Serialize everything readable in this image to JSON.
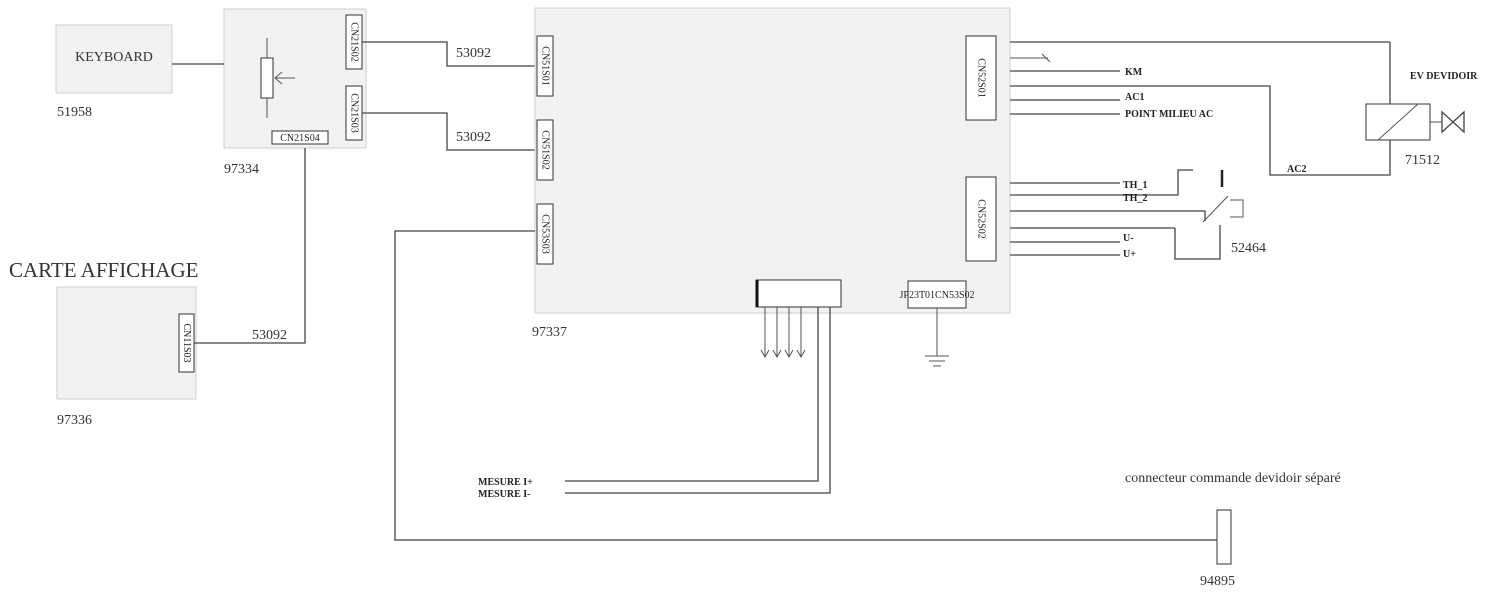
{
  "boards": {
    "keyboard": {
      "title": "KEYBOARD",
      "ref": "51958"
    },
    "pot_board": {
      "ref": "97334",
      "c_s02": "CN21S02",
      "c_s03": "CN21S03",
      "c_s04": "CN21S04"
    },
    "display": {
      "title": "CARTE AFFICHAGE",
      "ref": "97336",
      "c_s03": "CN11S03"
    },
    "main": {
      "ref": "97337",
      "c_s01": "CN51S01",
      "c_s02": "CN51S02",
      "c_s03": "CN53S03",
      "c_52s01": "CN52S01",
      "c_52s02": "CN52S02",
      "jp": "JP23T01CN53S02"
    }
  },
  "cables": {
    "upper": "53092",
    "middle": "53092",
    "lower": "53092"
  },
  "signals": {
    "km": "KM",
    "ac1": "AC1",
    "point_milieu": "POINT MILIEU AC",
    "ac2": "AC2",
    "th1": "TH_1",
    "th2": "TH_2",
    "u_minus": "U-",
    "u_plus": "U+",
    "mesure_plus": "MESURE I+",
    "mesure_minus": "MESURE I-"
  },
  "components": {
    "ev_devidoir": {
      "title": "EV DEVIDOIR",
      "ref": "71512"
    },
    "thermal_switch": {
      "ref": "52464"
    },
    "separate_connector": {
      "title": "connecteur commande devidoir séparé",
      "ref": "94895"
    }
  }
}
